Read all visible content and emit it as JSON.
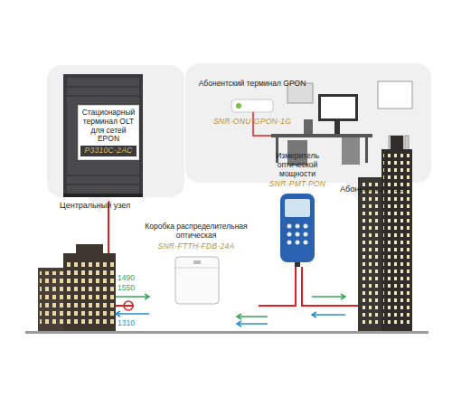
{
  "diagram": {
    "nodes": [
      {
        "text": [
          "Стационарный терминал OLT для сетей EPON",
          "P3310C-2AC"
        ]
      },
      {
        "text": [
          "Коробка распределительная оптическая",
          "SNR-FTTH-FDB-24A"
        ]
      },
      {
        "text": [
          "Измеритель оптической мощности",
          "SNR-PMT-PON"
        ]
      },
      {
        "text": [
          "Абонентский терминал GPON",
          "SNR-ONU-GPON-1G"
        ]
      }
    ],
    "edges": [
      {
        "from": 0,
        "to": 1,
        "arrow": "none"
      },
      {
        "from": 1,
        "to": 2,
        "arrow": "none"
      },
      {
        "from": 2,
        "to": 3,
        "arrow": "none"
      }
    ],
    "labels": [
      "Центральный узел",
      "Абонентский узел",
      "1490",
      "1550",
      "1310"
    ]
  }
}
